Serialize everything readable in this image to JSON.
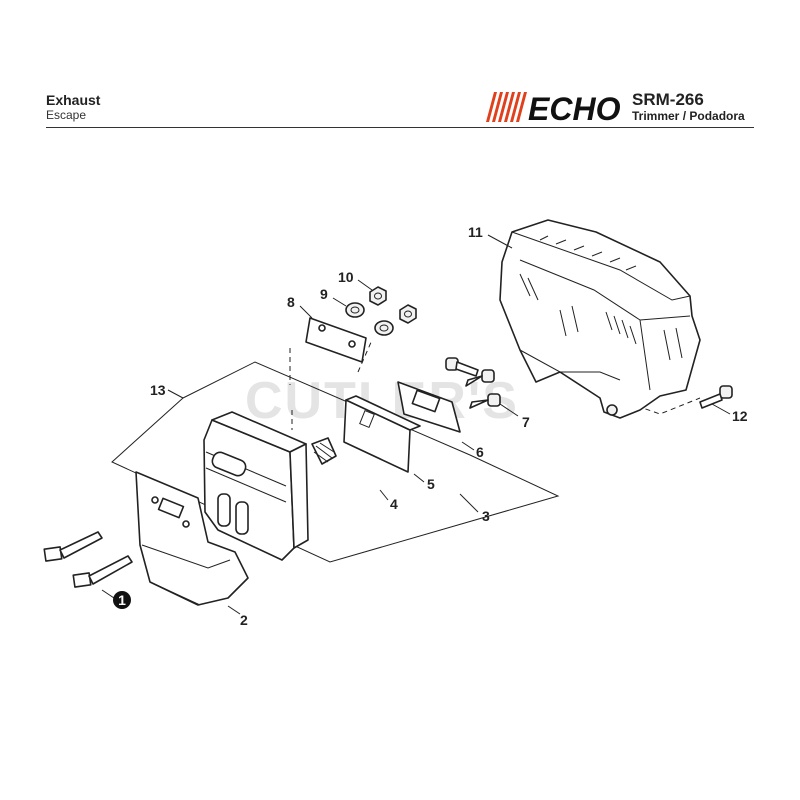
{
  "header": {
    "title": "Exhaust",
    "subtitle": "Escape",
    "brand": "ECHO",
    "model": "SRM-266",
    "product_type": "Trimmer / Podadora"
  },
  "watermark": "CUTLER'S",
  "callouts": [
    {
      "id": "callout-1",
      "label": "1"
    },
    {
      "id": "callout-2",
      "label": "2"
    },
    {
      "id": "callout-3",
      "label": "3"
    },
    {
      "id": "callout-4",
      "label": "4"
    },
    {
      "id": "callout-5",
      "label": "5"
    },
    {
      "id": "callout-6",
      "label": "6"
    },
    {
      "id": "callout-7",
      "label": "7"
    },
    {
      "id": "callout-8",
      "label": "8"
    },
    {
      "id": "callout-9",
      "label": "9"
    },
    {
      "id": "callout-10",
      "label": "10"
    },
    {
      "id": "callout-11",
      "label": "11"
    },
    {
      "id": "callout-12",
      "label": "12"
    },
    {
      "id": "callout-13",
      "label": "13"
    }
  ],
  "colors": {
    "brand_orange": "#e0401c",
    "ink": "#222222",
    "watermark": "#e4e4e4"
  }
}
